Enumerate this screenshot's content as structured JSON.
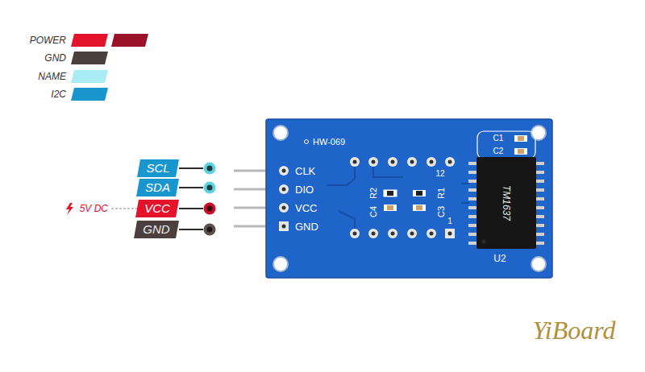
{
  "diagram": {
    "nodes": [
      {
        "text": [
          "SCL"
        ]
      },
      {
        "text": [
          "SDA"
        ]
      },
      {
        "text": [
          "VCC"
        ]
      },
      {
        "text": [
          "GND"
        ]
      }
    ],
    "labels": [
      "5V DC",
      "HW-069",
      "CLK",
      "DIO",
      "VCC",
      "GND",
      "12",
      "R2",
      "R1",
      "C4",
      "C3",
      "1",
      "C1",
      "C2",
      "TM1637",
      "U2",
      "YiBoard"
    ],
    "legend": [
      {
        "text": "POWER",
        "color": "#e3132c"
      },
      {
        "text": "GND",
        "color": "#4b403d"
      },
      {
        "text": "NAME",
        "color": "#a9ecf3"
      },
      {
        "text": "I2C",
        "color": "#1a96cf"
      }
    ]
  }
}
